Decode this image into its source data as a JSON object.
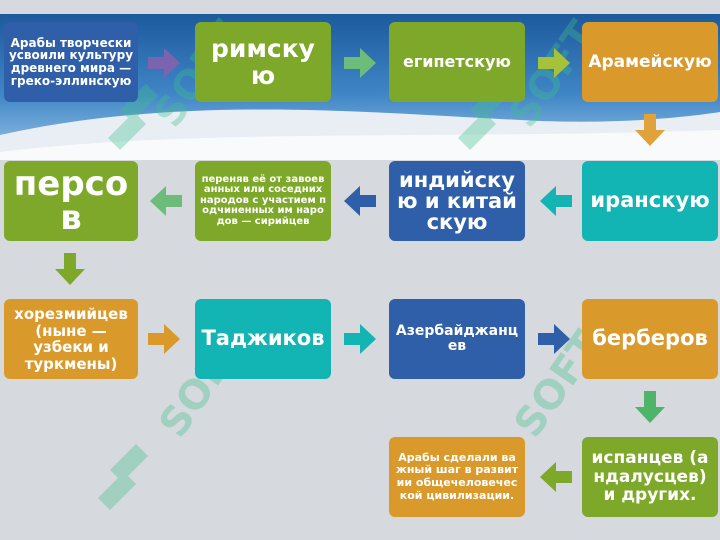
{
  "colors": {
    "blue": "#2f5fa8",
    "green": "#7ea82a",
    "orange": "#d99a2b",
    "teal": "#12b4b4",
    "watermark": "#3fc08a"
  },
  "watermark_text": "SOFT",
  "nodes": {
    "arabs": "Арабы творчески усвоили культуру древнего мира — греко-эллинскую",
    "roman": "римскую",
    "egyptian": "египетскую",
    "aramaic": "Арамейскую",
    "persian": "персов",
    "adopted": "переняв её от завоеванных или соседних народов с участием подчиненных им народов — сирийцев",
    "indian_chinese": "индийскую и китайскую",
    "iranian": "иранскую",
    "khorezm": "хорезмийцев (ныне — узбеки и туркмены)",
    "tajik": "Таджиков",
    "azerbaijani": "Азербайджанцев",
    "berber": "берберов",
    "conclusion": "Арабы сделали важный шаг в развитии общечеловеческой цивилизации.",
    "spanish": "испанцев (андалусцев) и других."
  }
}
